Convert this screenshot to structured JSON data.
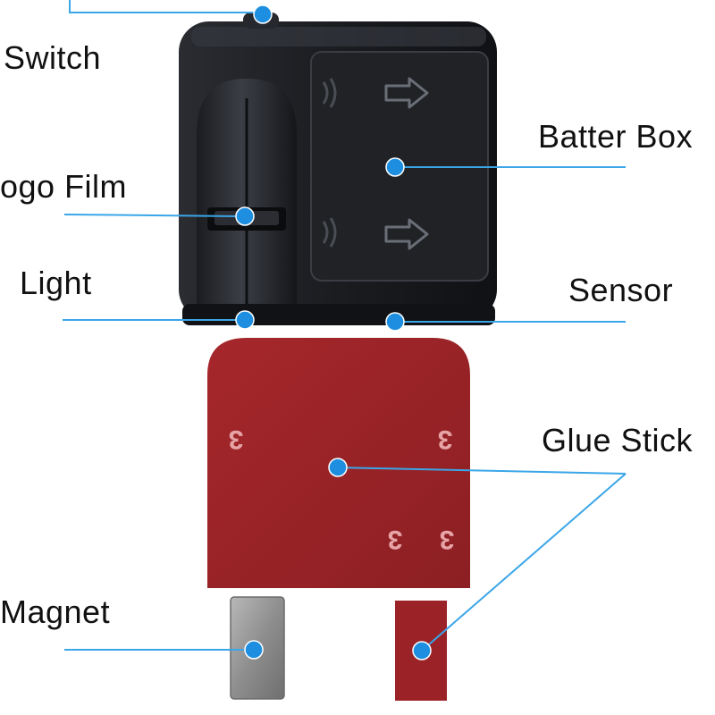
{
  "labels": {
    "switch": "Switch",
    "logo_film": "ogo Film",
    "light": "Light",
    "battery_box": "Batter Box",
    "sensor": "Sensor",
    "glue_sticker": "Glue Stick",
    "magnet": "Magnet"
  },
  "adhesive_marking": "3",
  "colors": {
    "leader_line": "#3aa6e8",
    "leader_dot": "#1e8fe0",
    "device_body": "#1b1d21",
    "adhesive_pad": "#9b2226",
    "magnet": "#9a9a9a"
  }
}
